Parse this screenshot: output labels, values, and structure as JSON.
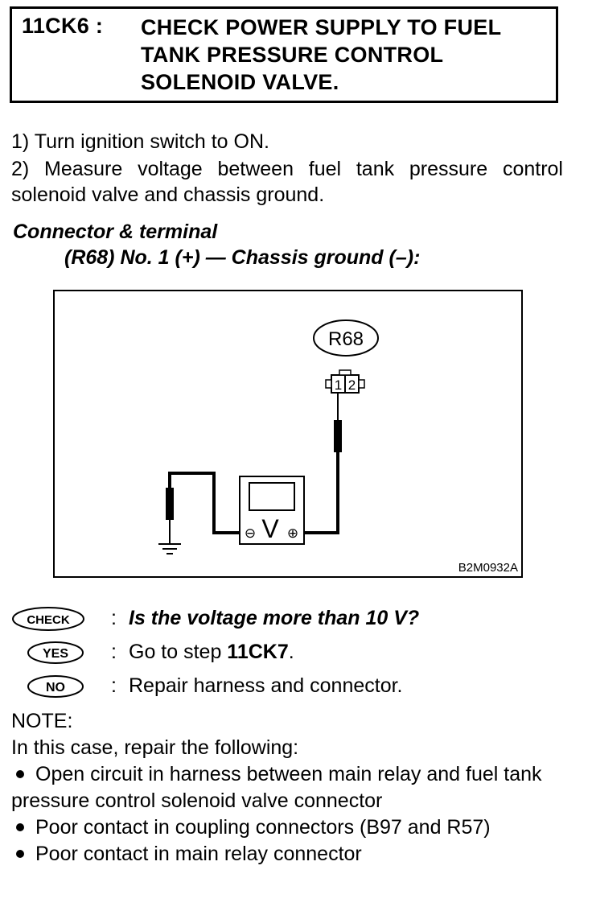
{
  "header": {
    "step_id": "11CK6 :",
    "title": "CHECK POWER SUPPLY TO FUEL TANK PRESSURE CONTROL SOLENOID VALVE."
  },
  "instructions": {
    "step1": "1) Turn ignition switch to ON.",
    "step2": "2) Measure voltage between fuel tank pressure control solenoid valve and chassis ground."
  },
  "connector": {
    "heading": "Connector & terminal",
    "spec": "(R68) No. 1 (+) — Chassis ground (–):"
  },
  "diagram": {
    "connector_label": "R68",
    "pin1": "1",
    "pin2": "2",
    "meter_symbol": "V",
    "minus": "⊖",
    "plus": "⊕",
    "figure_code": "B2M0932A"
  },
  "decision": {
    "check_badge": "CHECK",
    "yes_badge": "YES",
    "no_badge": "NO",
    "separator": ":",
    "check_text": "Is the voltage more than 10 V?",
    "yes_prefix": "Go to step ",
    "yes_step": "11CK7",
    "yes_suffix": ".",
    "no_text": "Repair harness and connector."
  },
  "note": {
    "label": "NOTE:",
    "intro": "In this case, repair the following:",
    "items": [
      "Open circuit in harness between main relay and fuel tank pressure control solenoid valve connector",
      "Poor contact in coupling connectors (B97 and R57)",
      "Poor contact in main relay connector"
    ]
  }
}
